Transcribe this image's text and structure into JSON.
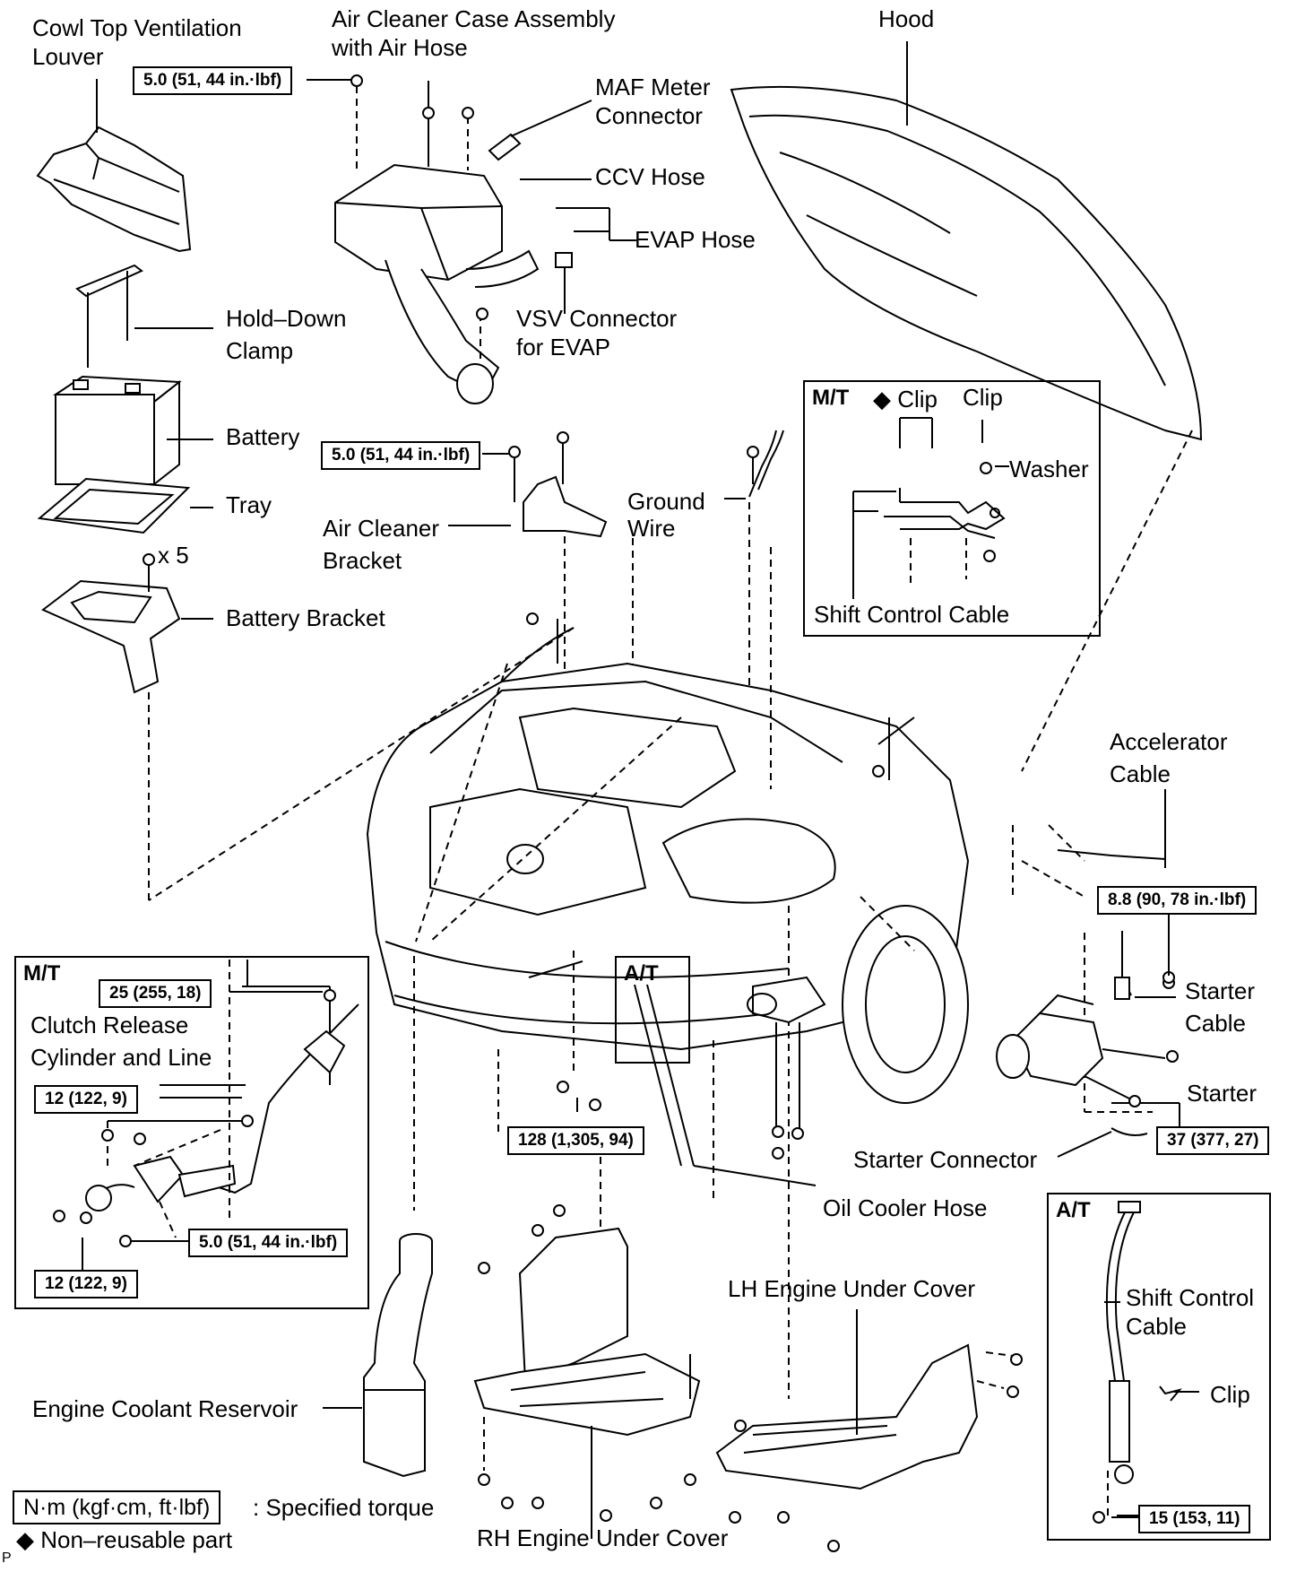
{
  "labels": {
    "cowl_top_line1": "Cowl Top Ventilation",
    "cowl_top_line2": "Louver",
    "air_cleaner_case_line1": "Air Cleaner Case Assembly",
    "air_cleaner_case_line2": "with Air Hose",
    "hood": "Hood",
    "maf_line1": "MAF  Meter",
    "maf_line2": "Connector",
    "ccv_hose": "CCV Hose",
    "evap_hose": "EVAP Hose",
    "vsv_line1": "VSV  Connector",
    "vsv_line2": "for EVAP",
    "hold_down_line1": "Hold–Down",
    "hold_down_line2": "Clamp",
    "battery": "Battery",
    "tray": "Tray",
    "x5": "x 5",
    "battery_bracket": "Battery Bracket",
    "air_cleaner_bracket_line1": "Air Cleaner",
    "air_cleaner_bracket_line2": "Bracket",
    "ground_wire_line1": "Ground",
    "ground_wire_line2": "Wire",
    "accelerator_line1": "Accelerator",
    "accelerator_line2": "Cable",
    "starter_cable_line1": "Starter",
    "starter_cable_line2": "Cable",
    "starter": "Starter",
    "starter_connector": "Starter Connector",
    "oil_cooler_hose": "Oil Cooler Hose",
    "lh_under_cover": "LH Engine Under Cover",
    "rh_under_cover": "RH Engine Under Cover",
    "coolant_reservoir": "Engine Coolant Reservoir",
    "corner_mark": "P"
  },
  "torques": {
    "t_air_case": "5.0 (51, 44 in.·lbf)",
    "t_air_bracket": "5.0 (51, 44 in.·lbf)",
    "t_starter_cable": "8.8 (90, 78 in.·lbf)",
    "t_starter": "37 (377, 27)",
    "t_front": "128 (1,305, 94)",
    "t_clutch_25": "25 (255, 18)",
    "t_clutch_12a": "12 (122, 9)",
    "t_clutch_12b": "12 (122, 9)",
    "t_clutch_5": "5.0 (51, 44 in.·lbf)",
    "t_at_shift": "15 (153, 11)"
  },
  "mt_shift_box": {
    "title": "M/T",
    "clip_nonreusable": "◆ Clip",
    "clip": "Clip",
    "washer": "Washer",
    "shift_control_cable": "Shift Control Cable"
  },
  "mt_clutch_box": {
    "title": "M/T",
    "clutch_line1": "Clutch  Release",
    "clutch_line2": "Cylinder and Line"
  },
  "at_small_box": {
    "title": "A/T"
  },
  "at_shift_box": {
    "title": "A/T",
    "shift_line1": "Shift Control",
    "shift_line2": "Cable",
    "clip": "Clip"
  },
  "legend": {
    "unit_box": "N·m (kgf·cm, ft·lbf)",
    "unit_desc": ": Specified torque",
    "nonreusable": "◆ Non–reusable part"
  }
}
